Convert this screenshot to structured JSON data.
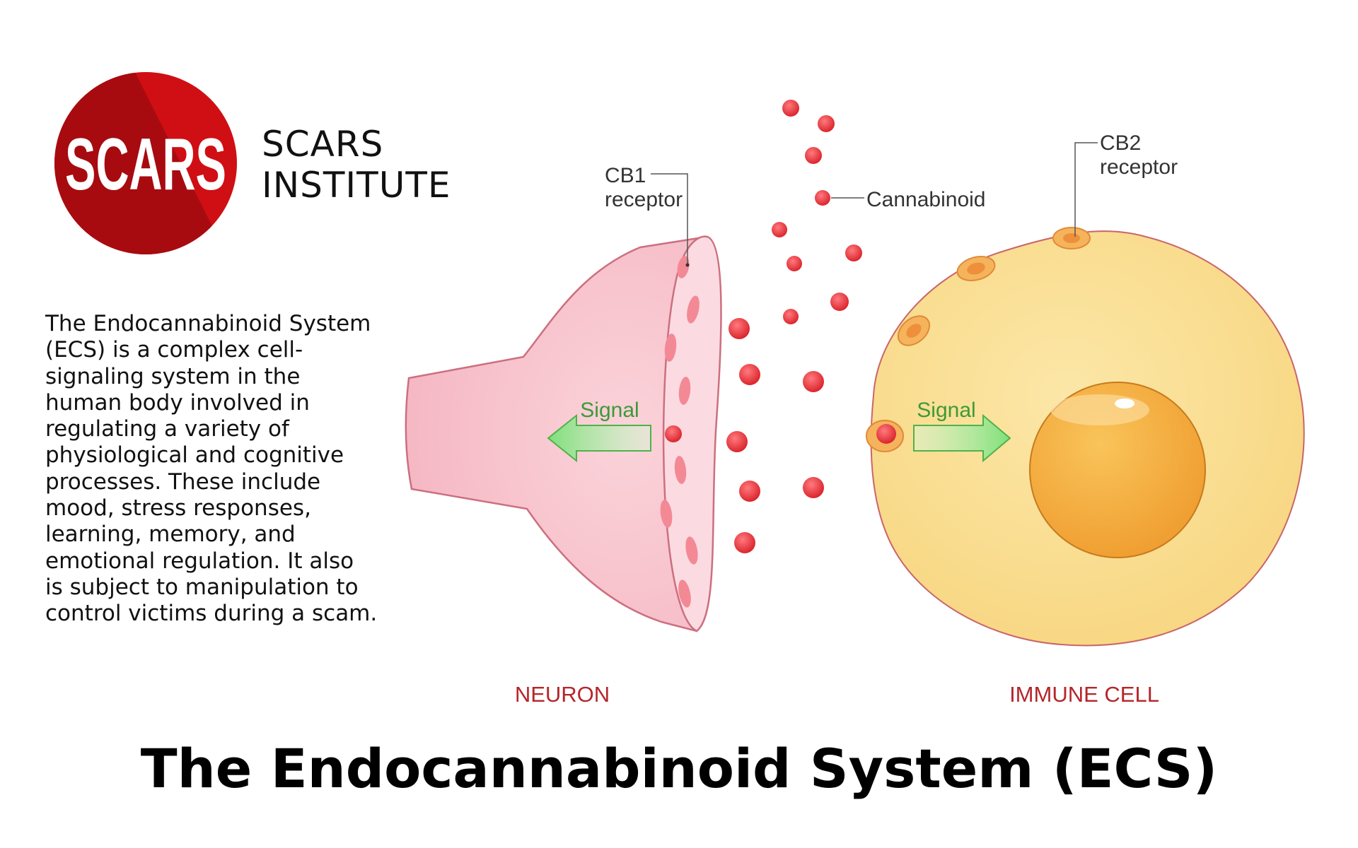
{
  "logo": {
    "text": "SCARS",
    "red": "#cf0f14",
    "dark_red": "#9c0a0f"
  },
  "brand": {
    "line1": "SCARS",
    "line2": "INSTITUTE"
  },
  "description": "The Endocannabinoid System (ECS) is a complex cell-signaling system in the human body involved in regulating a variety of physiological and cognitive processes. These include mood, stress responses, learning, memory, and emotional regulation. It also is subject to manipulation to control victims during a scam.",
  "diagram": {
    "cb1_line1": "CB1",
    "cb1_line2": "receptor",
    "cb2_line1": "CB2",
    "cb2_line2": "receptor",
    "cannabinoid": "Cannabinoid",
    "signal_left": "Signal",
    "signal_right": "Signal",
    "neuron": "NEURON",
    "immune_cell": "IMMUNE CELL",
    "colors": {
      "neuron_fill": "#f7c2cc",
      "neuron_stroke": "#cc6f7f",
      "cell_fill": "#fadf94",
      "nucleus": "#f5ac3a",
      "cannabinoid": "#e8323a",
      "arrow": "#7ee07a",
      "cell_label": "#b5262a"
    }
  },
  "title": "The Endocannabinoid System (ECS)"
}
